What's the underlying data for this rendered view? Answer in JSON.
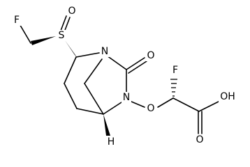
{
  "diagram": {
    "atoms": {
      "F_left": "F",
      "S": "S",
      "O_sulfinyl": "O",
      "N_bridge": "N",
      "O_carbonyl": "O",
      "N_ring": "N",
      "O_ether": "O",
      "F_alpha": "F",
      "OH": "OH",
      "O_acid": "O",
      "H_bridgehead": "H"
    }
  }
}
